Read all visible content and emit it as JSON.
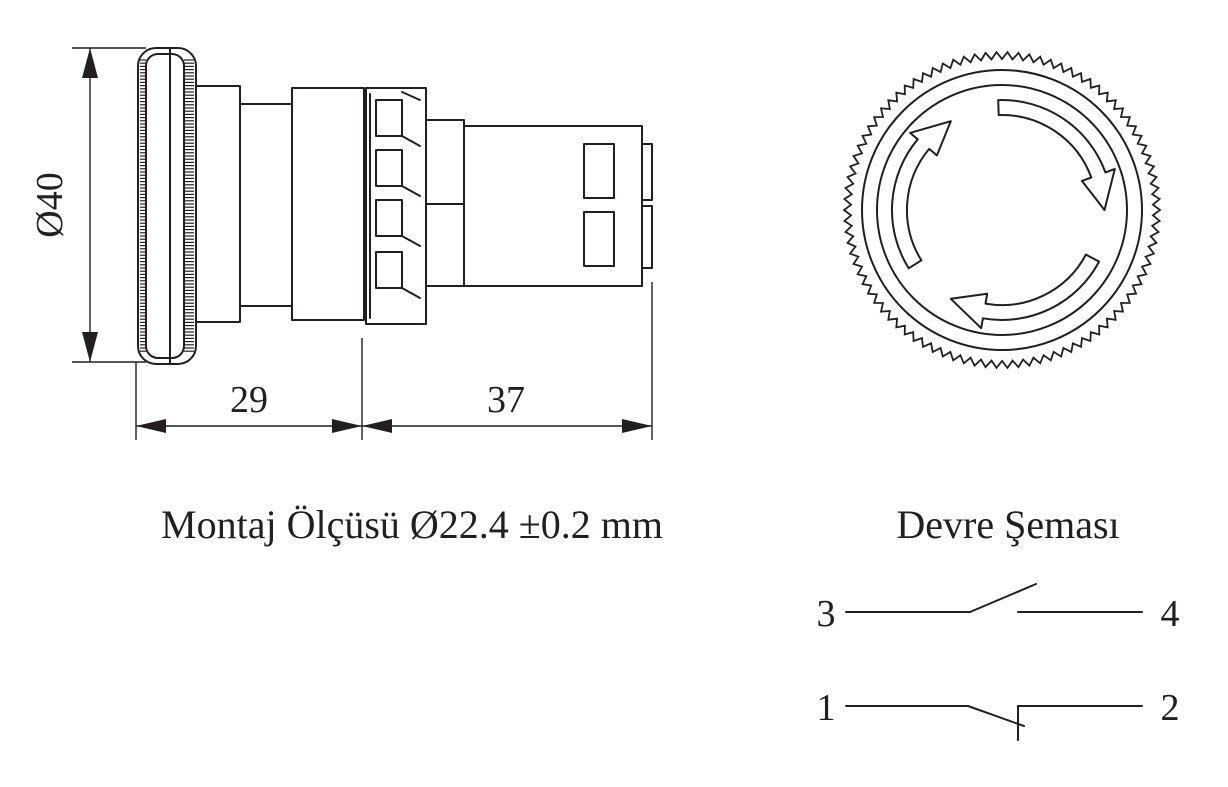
{
  "dimensions": {
    "diameter": "Ø40",
    "length_front": "29",
    "length_rear": "37"
  },
  "captions": {
    "mounting": "Montaj Ölçüsü Ø22.4 ±0.2 mm",
    "circuit": "Devre Şeması"
  },
  "circuit": {
    "terminal_3": "3",
    "terminal_4": "4",
    "terminal_1": "1",
    "terminal_2": "2"
  },
  "colors": {
    "ink": "#231f20",
    "background": "#ffffff"
  }
}
